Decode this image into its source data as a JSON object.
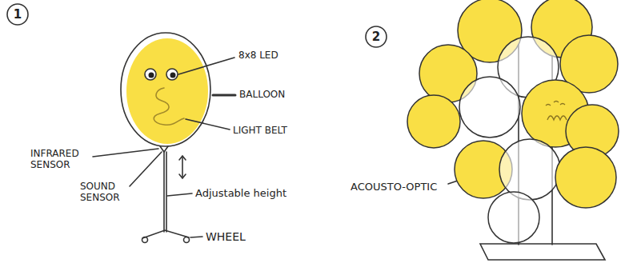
{
  "diagram": {
    "labels": [
      "1",
      "8x8 LED",
      "BALLOON",
      "LIGHT BELT",
      "INFRARED SENSOR",
      "SOUND SENSOR",
      "Adjustable height",
      "WHEEL",
      "2",
      "ACOUSTO-OPTIC"
    ]
  }
}
